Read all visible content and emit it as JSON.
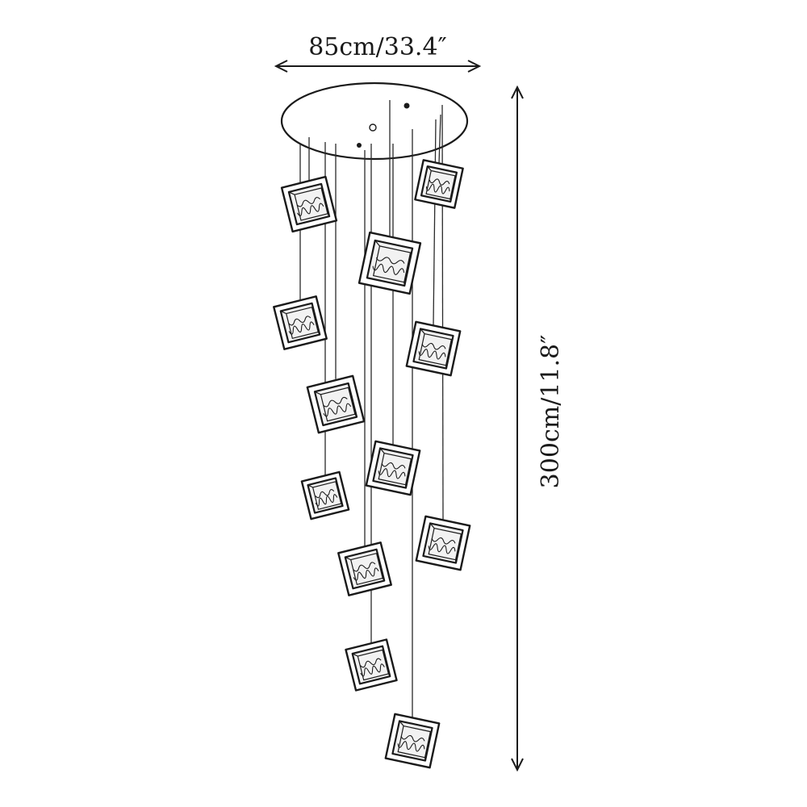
{
  "dimensions": {
    "width_label": "85cm/33.4″",
    "height_label": "300cm/11.8″"
  },
  "colors": {
    "line": "#1a1a1a",
    "background": "#ffffff"
  },
  "fixture": {
    "pendant_count": 12
  }
}
